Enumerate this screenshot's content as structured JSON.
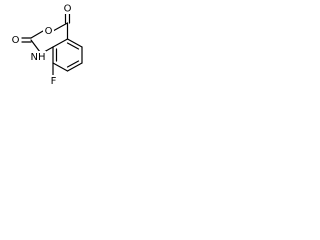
{
  "molecule": {
    "atoms": {
      "o_top": "O",
      "o_ring": "O",
      "o_left": "O",
      "nh": "NH",
      "f": "F"
    }
  }
}
